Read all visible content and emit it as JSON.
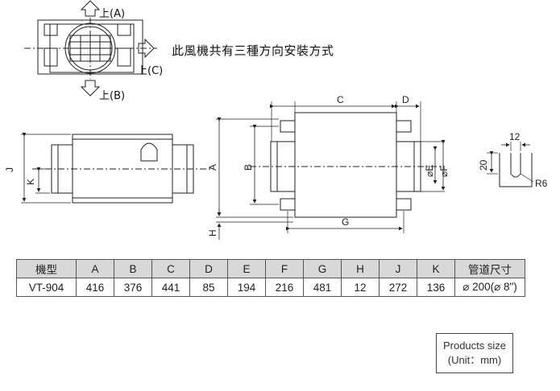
{
  "directions": {
    "a": "上(A)",
    "b": "上(B)",
    "c": "上(C)"
  },
  "install_note": "此風機共有三種方向安裝方式",
  "dimension_labels": {
    "a": "A",
    "b": "B",
    "c": "C",
    "d": "D",
    "e": "⌀E",
    "f": "⌀F",
    "g": "G",
    "h": "H",
    "j": "J",
    "k": "K",
    "w12": "12",
    "h20": "20",
    "r6": "R6"
  },
  "table": {
    "headers": [
      "機型",
      "A",
      "B",
      "C",
      "D",
      "E",
      "F",
      "G",
      "H",
      "J",
      "K",
      "管道尺寸"
    ],
    "rows": [
      [
        "VT-904",
        "416",
        "376",
        "441",
        "85",
        "194",
        "216",
        "481",
        "12",
        "272",
        "136",
        "⌀ 200(⌀ 8\")"
      ]
    ]
  },
  "size_box": {
    "line1": "Products size",
    "line2": "(Unit：mm)"
  }
}
